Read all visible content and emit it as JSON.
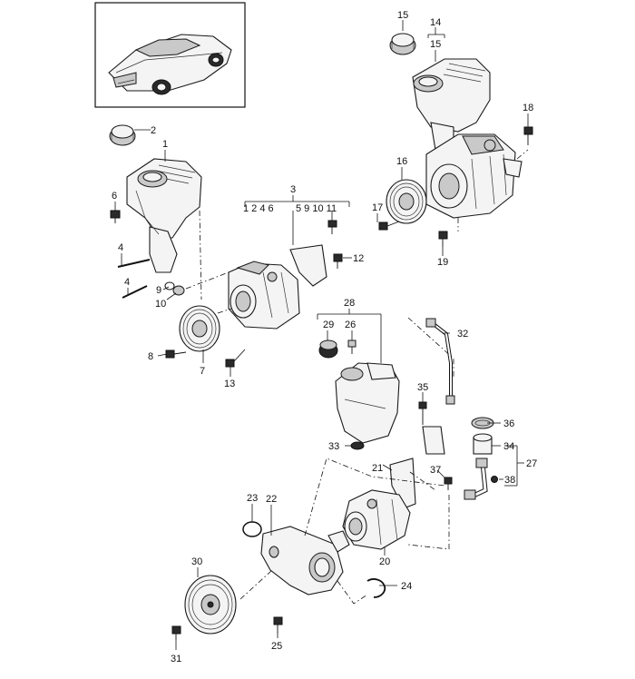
{
  "labels": {
    "n1": "1",
    "n2": "2",
    "n3": "3",
    "n3sub_a": "1 2 4 6",
    "n3sub_b": "5  9 10 11",
    "n4a": "4",
    "n4b": "4",
    "n6": "6",
    "n7": "7",
    "n8": "8",
    "n9": "9",
    "n10": "10",
    "n11": "11",
    "n12": "12",
    "n13": "13",
    "n14": "14",
    "n15a": "15",
    "n15b": "15",
    "n16": "16",
    "n17": "17",
    "n18": "18",
    "n19": "19",
    "n20": "20",
    "n21": "21",
    "n22": "22",
    "n23": "23",
    "n24": "24",
    "n25": "25",
    "n26": "26",
    "n27": "27",
    "n28": "28",
    "n29": "29",
    "n30": "30",
    "n31": "31",
    "n32": "32",
    "n33": "33",
    "n34": "34",
    "n35": "35",
    "n36": "36",
    "n37": "37",
    "n38": "38"
  }
}
